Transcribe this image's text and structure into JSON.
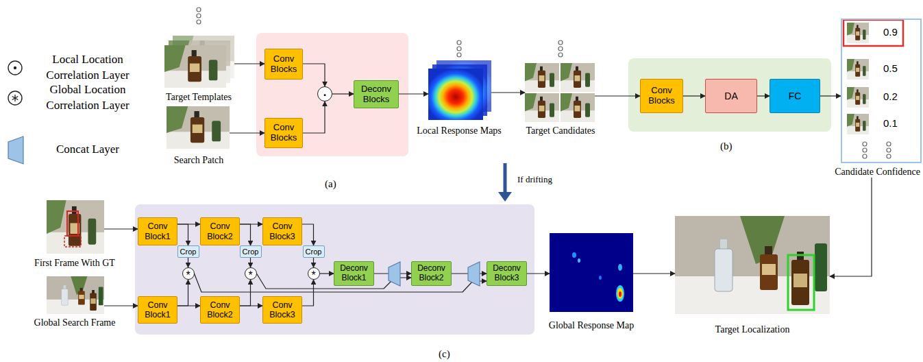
{
  "diagram": {
    "nodes": [
      {
        "text": [
          "Target Templates"
        ]
      },
      {
        "text": [
          "Search Patch"
        ]
      },
      {
        "text": [
          "Conv Blocks"
        ]
      },
      {
        "text": [
          "Conv Blocks"
        ]
      },
      {
        "text": [
          "·"
        ]
      },
      {
        "text": [
          "Deconv Blocks"
        ]
      },
      {
        "text": [
          "Local Response Maps"
        ]
      },
      {
        "text": [
          "Target Candidates"
        ]
      },
      {
        "text": [
          "Conv Blocks"
        ]
      },
      {
        "text": [
          "DA"
        ]
      },
      {
        "text": [
          "FC"
        ]
      },
      {
        "text": [
          "Candidate Confidence"
        ]
      },
      {
        "text": [
          "First Frame With GT"
        ]
      },
      {
        "text": [
          "Global Search Frame"
        ]
      },
      {
        "text": [
          "Conv Block1"
        ]
      },
      {
        "text": [
          "Conv Block2"
        ]
      },
      {
        "text": [
          "Conv Block3"
        ]
      },
      {
        "text": [
          "Crop"
        ]
      },
      {
        "text": [
          "Crop"
        ]
      },
      {
        "text": [
          "Crop"
        ]
      },
      {
        "text": [
          "*"
        ]
      },
      {
        "text": [
          "*"
        ]
      },
      {
        "text": [
          "*"
        ]
      },
      {
        "text": [
          "Conv Block1"
        ]
      },
      {
        "text": [
          "Conv Block2"
        ]
      },
      {
        "text": [
          "Conv Block3"
        ]
      },
      {
        "text": [
          "Deconv Block1"
        ]
      },
      {
        "text": [
          "Deconv Block2"
        ]
      },
      {
        "text": [
          "Deconv Block3"
        ]
      },
      {
        "text": [
          "Global Response Map"
        ]
      },
      {
        "text": [
          "Target Localization"
        ]
      }
    ],
    "edges": [
      {
        "from": 0,
        "to": 2,
        "arrow": "to"
      },
      {
        "from": 1,
        "to": 3,
        "arrow": "to"
      },
      {
        "from": 2,
        "to": 4,
        "arrow": "to"
      },
      {
        "from": 3,
        "to": 4,
        "arrow": "to"
      },
      {
        "from": 4,
        "to": 5,
        "arrow": "to"
      },
      {
        "from": 5,
        "to": 6,
        "arrow": "to"
      },
      {
        "from": 6,
        "to": 7,
        "arrow": "to"
      },
      {
        "from": 7,
        "to": 8,
        "arrow": "to"
      },
      {
        "from": 8,
        "to": 9,
        "arrow": "to"
      },
      {
        "from": 9,
        "to": 10,
        "arrow": "to"
      },
      {
        "from": 10,
        "to": 11,
        "arrow": "to"
      },
      {
        "from": 11,
        "to": 30,
        "arrow": "to"
      },
      {
        "from": 12,
        "to": 14,
        "arrow": "to"
      },
      {
        "from": 13,
        "to": 23,
        "arrow": "to"
      },
      {
        "from": 14,
        "to": 15,
        "arrow": "to"
      },
      {
        "from": 15,
        "to": 16,
        "arrow": "to"
      },
      {
        "from": 14,
        "to": 17,
        "arrow": "to"
      },
      {
        "from": 15,
        "to": 18,
        "arrow": "to"
      },
      {
        "from": 16,
        "to": 19,
        "arrow": "to"
      },
      {
        "from": 17,
        "to": 20,
        "arrow": "to"
      },
      {
        "from": 18,
        "to": 21,
        "arrow": "to"
      },
      {
        "from": 19,
        "to": 22,
        "arrow": "to"
      },
      {
        "from": 23,
        "to": 24,
        "arrow": "to"
      },
      {
        "from": 24,
        "to": 25,
        "arrow": "to"
      },
      {
        "from": 23,
        "to": 20,
        "arrow": "to"
      },
      {
        "from": 24,
        "to": 21,
        "arrow": "to"
      },
      {
        "from": 25,
        "to": 22,
        "arrow": "to"
      },
      {
        "from": 22,
        "to": 26,
        "arrow": "to"
      },
      {
        "from": 26,
        "to": 27,
        "arrow": "to"
      },
      {
        "from": 21,
        "to": 27,
        "arrow": "to"
      },
      {
        "from": 27,
        "to": 28,
        "arrow": "to"
      },
      {
        "from": 20,
        "to": 28,
        "arrow": "to"
      },
      {
        "from": 28,
        "to": 29,
        "arrow": "to"
      },
      {
        "from": 29,
        "to": 30,
        "arrow": "to"
      }
    ],
    "labels": [
      "0.9",
      "0.5",
      "0.2",
      "0.1",
      "(b)",
      "(a)",
      "If drifting",
      "(c)"
    ],
    "legend": [
      {
        "text": "Local Location Correlation Layer"
      },
      {
        "text": "Global Location Correlation Layer"
      },
      {
        "text": "Concat Layer"
      }
    ]
  }
}
